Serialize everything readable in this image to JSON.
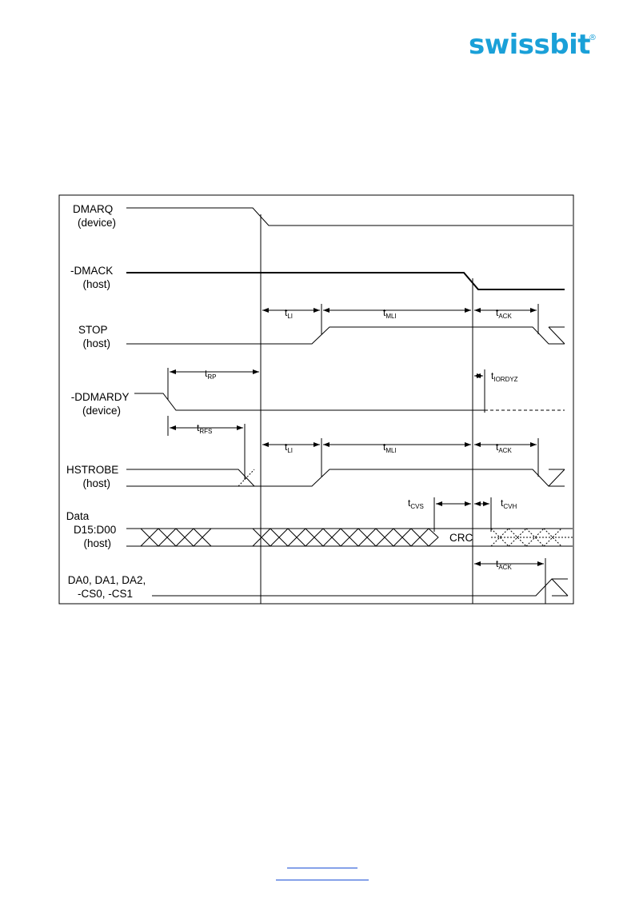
{
  "brand": {
    "name": "swissbit",
    "registered_mark": "®",
    "color": "#1aa0d8"
  },
  "signals": [
    {
      "id": "dmarq",
      "lines": [
        "DMARQ",
        "(device)"
      ]
    },
    {
      "id": "dmack",
      "lines": [
        "-DMACK",
        "(host)"
      ]
    },
    {
      "id": "stop",
      "lines": [
        "STOP",
        "(host)"
      ]
    },
    {
      "id": "ddmardy",
      "lines": [
        "-DDMARDY",
        "(device)"
      ]
    },
    {
      "id": "hstrobe",
      "lines": [
        "HSTROBE",
        "(host)"
      ]
    },
    {
      "id": "data",
      "lines": [
        "Data",
        "D15:D00",
        "(host)"
      ]
    },
    {
      "id": "addr",
      "lines": [
        "DA0, DA1, DA2,",
        "-CS0, -CS1"
      ]
    }
  ],
  "timing_labels": {
    "t_li": {
      "main": "t",
      "sub": "LI"
    },
    "t_mli": {
      "main": "t",
      "sub": "MLI"
    },
    "t_ack": {
      "main": "t",
      "sub": "ACK"
    },
    "t_rp": {
      "main": "t",
      "sub": "RP"
    },
    "t_iordyz": {
      "main": "t",
      "sub": "IORDYZ"
    },
    "t_rfs": {
      "main": "t",
      "sub": "RFS"
    },
    "t_cvs": {
      "main": "t",
      "sub": "CVS"
    },
    "t_cvh": {
      "main": "t",
      "sub": "CVH"
    }
  },
  "data_bus_text": "CRC"
}
